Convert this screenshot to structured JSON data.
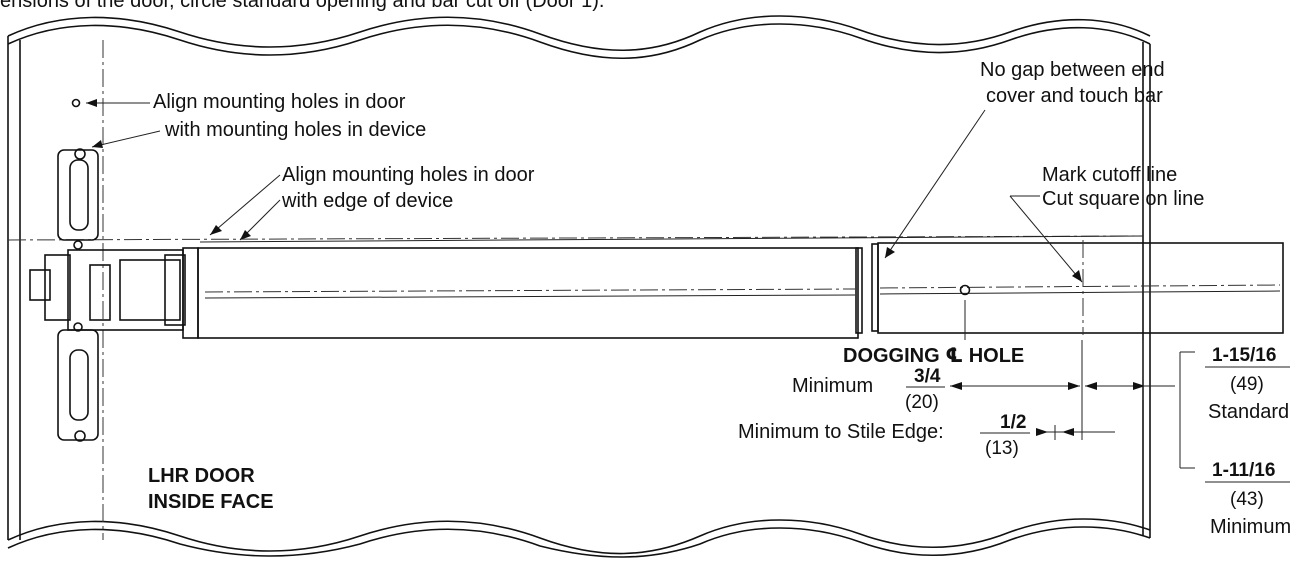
{
  "top_caption": "ensions of the door, circle standard opening and bar cut off (Door 1).",
  "callouts": {
    "align_holes_device_1": "Align mounting holes in door",
    "align_holes_device_2": "with mounting holes in device",
    "align_holes_edge_1": "Align mounting holes in door",
    "align_holes_edge_2": "with edge of device",
    "no_gap_1": "No gap between end",
    "no_gap_2": "cover and touch bar",
    "cutoff_1": "Mark cutoff line",
    "cutoff_2": "Cut square on line",
    "dogging": "DOGGING ℄ HOLE"
  },
  "dimensions": {
    "minimum_label": "Minimum",
    "minimum_frac": "3/4",
    "minimum_mm": "(20)",
    "stile_label": "Minimum to Stile Edge:",
    "stile_frac": "1/2",
    "stile_mm": "(13)",
    "standard_frac": "1-15/16",
    "standard_mm": "(49)",
    "standard_label": "Standard",
    "min2_frac": "1-11/16",
    "min2_mm": "(43)",
    "min2_label": "Minimum"
  },
  "door_label_1": "LHR DOOR",
  "door_label_2": "INSIDE FACE"
}
